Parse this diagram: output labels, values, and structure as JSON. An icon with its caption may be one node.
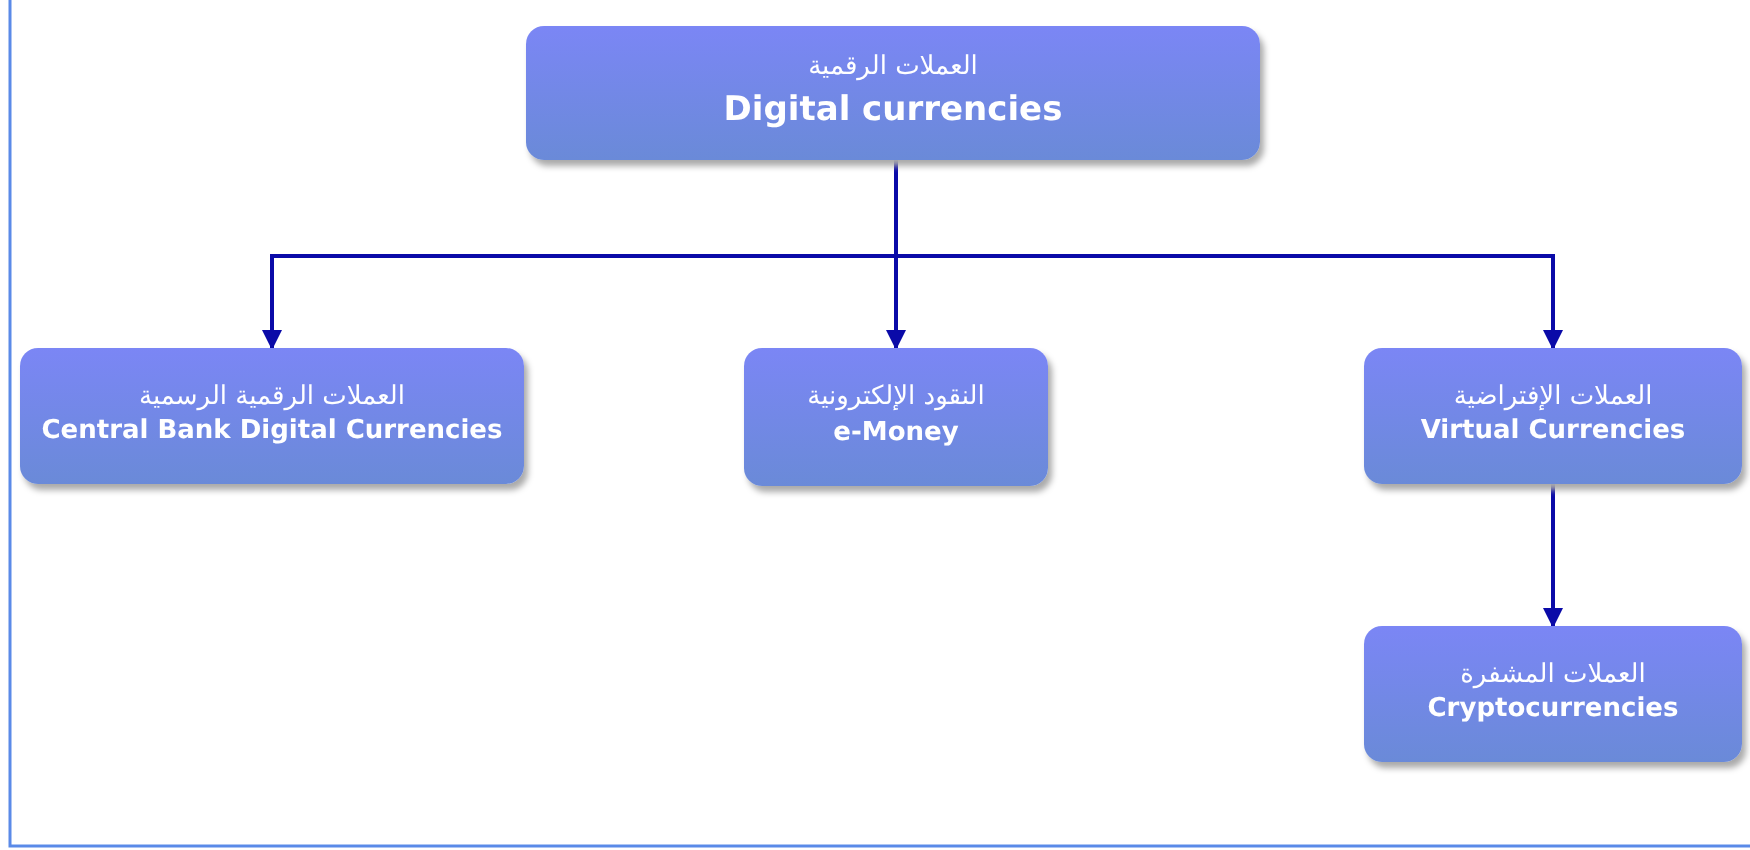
{
  "diagram": {
    "nodes": [
      {
        "text": [
          "العملات الرقمية",
          "Digital currencies"
        ]
      },
      {
        "text": [
          "العملات الرقمية الرسمية",
          "Central Bank Digital Currencies"
        ]
      },
      {
        "text": [
          "النقود الإلكترونية",
          "e-Money"
        ]
      },
      {
        "text": [
          "العملات الإفتراضية",
          "Virtual Currencies"
        ]
      },
      {
        "text": [
          "العملات المشفرة",
          "Cryptocurrencies"
        ]
      }
    ],
    "edges": [
      {
        "from": 0,
        "to": 1,
        "arrow": "to"
      },
      {
        "from": 0,
        "to": 2,
        "arrow": "to"
      },
      {
        "from": 0,
        "to": 3,
        "arrow": "to"
      },
      {
        "from": 3,
        "to": 4,
        "arrow": "to"
      }
    ]
  }
}
